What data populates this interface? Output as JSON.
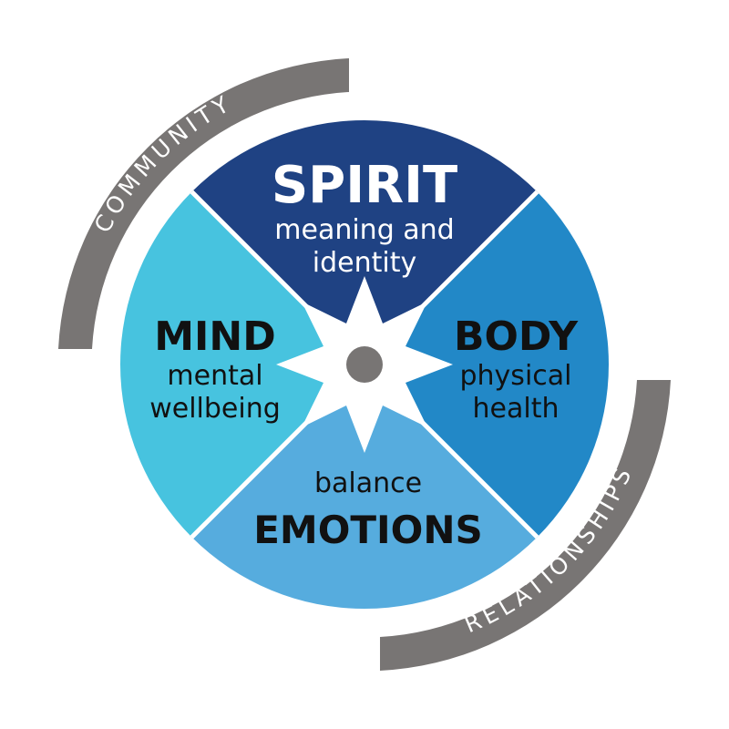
{
  "colors": {
    "spirit": "#1f4283",
    "body": "#2288c7",
    "emotions": "#56acde",
    "mind": "#47c3df",
    "arc": "#787574",
    "center_dot": "#787574",
    "star": "#ffffff"
  },
  "quadrants": {
    "spirit": {
      "title": "SPIRIT",
      "line1": "meaning and",
      "line2": "identity"
    },
    "body": {
      "title": "BODY",
      "line1": "physical",
      "line2": "health"
    },
    "mind": {
      "title": "MIND",
      "line1": "mental",
      "line2": "wellbeing"
    },
    "emotions": {
      "title": "EMOTIONS",
      "line1": "balance"
    }
  },
  "arcs": {
    "community": "COMMUNITY",
    "relationships": "RELATIONSHIPS"
  },
  "icons": {
    "center": "compass-star-icon"
  }
}
